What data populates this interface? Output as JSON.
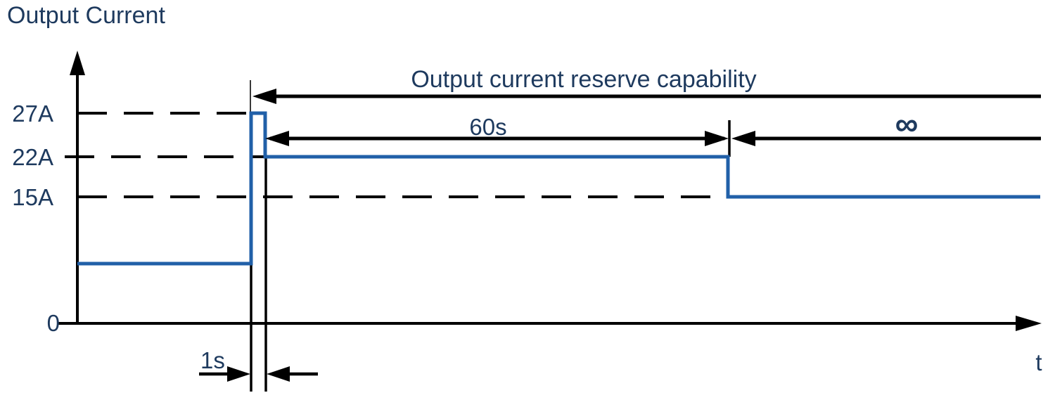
{
  "figure": {
    "title": "Output Current",
    "x_axis_label": "t",
    "origin_label": "0",
    "y_tick_labels": [
      "27A",
      "22A",
      "15A"
    ],
    "annotations": {
      "reserve": "Output current reserve capability",
      "surge_duration": "60s",
      "continuous": "∞",
      "peak_duration": "1s"
    }
  },
  "colors": {
    "label_text": "#1e3a5e",
    "curve": "#2160a8",
    "line": "#000000",
    "background": "#ffffff"
  },
  "chart_data": {
    "type": "line",
    "title": "Output Current",
    "xlabel": "t",
    "ylabel": "Output Current",
    "y_ticks_labeled": [
      "0",
      "15A",
      "22A",
      "27A"
    ],
    "grid": "off",
    "style": "stepped waveform with dashed reference levels and dimension arrows",
    "series": [
      {
        "name": "output current profile",
        "steps": [
          {
            "level": "base level (unlabeled, below 15A)",
            "duration": "from t=0 until surge"
          },
          {
            "level": "27A",
            "duration": "1s"
          },
          {
            "level": "22A",
            "duration": "60s"
          },
          {
            "level": "15A",
            "duration": "∞"
          }
        ]
      }
    ],
    "annotations": [
      {
        "text": "Output current reserve capability",
        "meaning": "span from surge start to end of time axis"
      },
      {
        "text": "60s",
        "meaning": "duration at 22A"
      },
      {
        "text": "∞",
        "meaning": "duration at 15A"
      },
      {
        "text": "1s",
        "meaning": "duration of 27A peak"
      }
    ]
  }
}
